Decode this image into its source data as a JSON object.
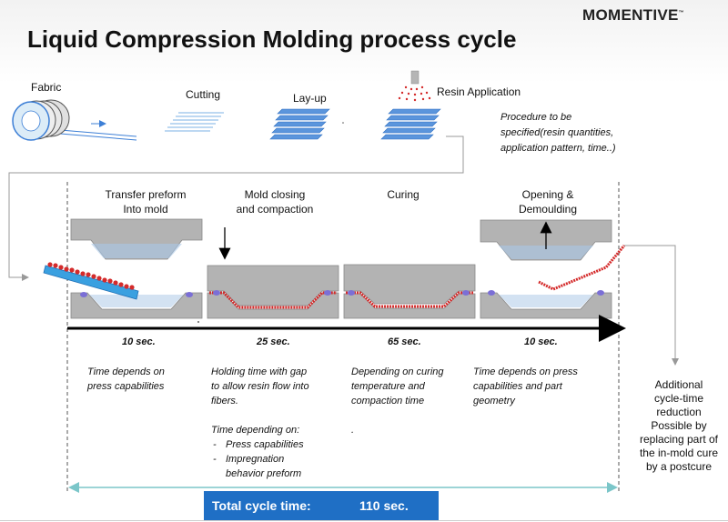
{
  "header": {
    "logo": "MOMENTIVE",
    "title": "Liquid Compression Molding process cycle"
  },
  "top_steps": {
    "fabric": "Fabric",
    "cutting": "Cutting",
    "layup": "Lay-up",
    "resin": "Resin Application",
    "procedure_note_lines": [
      "Procedure to be",
      "specified(resin quantities,",
      "application pattern, time..)"
    ]
  },
  "stages": [
    {
      "title_lines": [
        "Transfer preform",
        "Into mold"
      ],
      "time": "10 sec.",
      "note_lines": [
        "Time depends on",
        "press capabilities"
      ]
    },
    {
      "title_lines": [
        "Mold closing",
        "and compaction"
      ],
      "time": "25 sec.",
      "note_lines": [
        "Holding time with gap",
        "to allow resin flow into",
        "fibers."
      ],
      "sub_heading": "Time depending on:",
      "bullets": [
        "Press capabilities",
        "Impregnation",
        "behavior preform"
      ]
    },
    {
      "title_lines": [
        "Curing"
      ],
      "time": "65 sec.",
      "note_lines": [
        "Depending on curing",
        "temperature and",
        "compaction time"
      ],
      "extra": "."
    },
    {
      "title_lines": [
        "Opening &",
        "Demoulding"
      ],
      "time": "10 sec.",
      "note_lines": [
        "Time depends on press",
        "capabilities and part",
        "geometry"
      ]
    }
  ],
  "side_note_lines": [
    "Additional",
    "cycle-time",
    "reduction",
    "Possible by",
    "replacing part of",
    "the in-mold cure",
    "by a postcure"
  ],
  "total": {
    "label": "Total cycle time:",
    "value": "110 sec."
  },
  "colors": {
    "accent": "#1f6fc5",
    "fiber": "#3d7fd6",
    "resin": "#d42b2b",
    "mold": "#b3b3b3",
    "teal": "#7bc6c9"
  }
}
